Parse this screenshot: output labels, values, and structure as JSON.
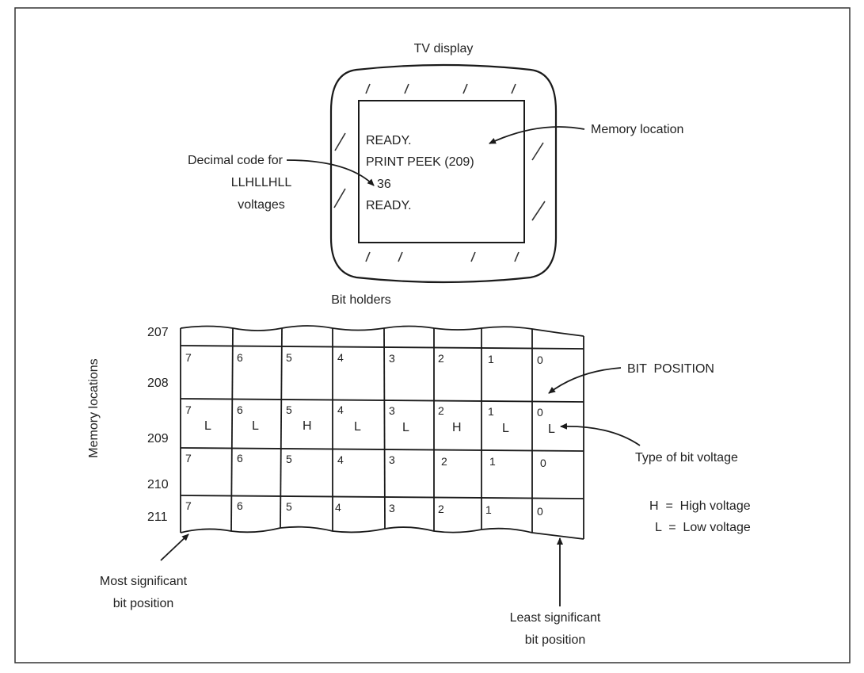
{
  "tv": {
    "title": "TV display",
    "lines": [
      "READY.",
      "PRINT PEEK (209)",
      "36",
      "READY."
    ]
  },
  "annotations": {
    "memory_location": "Memory location",
    "decimal_code": [
      "Decimal code for",
      "LLHLLHLL",
      "voltages"
    ],
    "bit_position": "BIT  POSITION",
    "bit_voltage": "Type of bit voltage",
    "msb": [
      "Most significant",
      "bit position"
    ],
    "lsb": [
      "Least significant",
      "bit position"
    ]
  },
  "bit_holders": {
    "title": "Bit holders",
    "axis_label": "Memory locations",
    "addresses": [
      "207",
      "208",
      "209",
      "210",
      "211"
    ],
    "bit_numbers": [
      "7",
      "6",
      "5",
      "4",
      "3",
      "2",
      "1",
      "0"
    ],
    "voltages_209": [
      "L",
      "L",
      "H",
      "L",
      "L",
      "H",
      "L",
      "L"
    ]
  },
  "legend": {
    "high": "H  =  High voltage",
    "low": "L  =  Low voltage"
  }
}
